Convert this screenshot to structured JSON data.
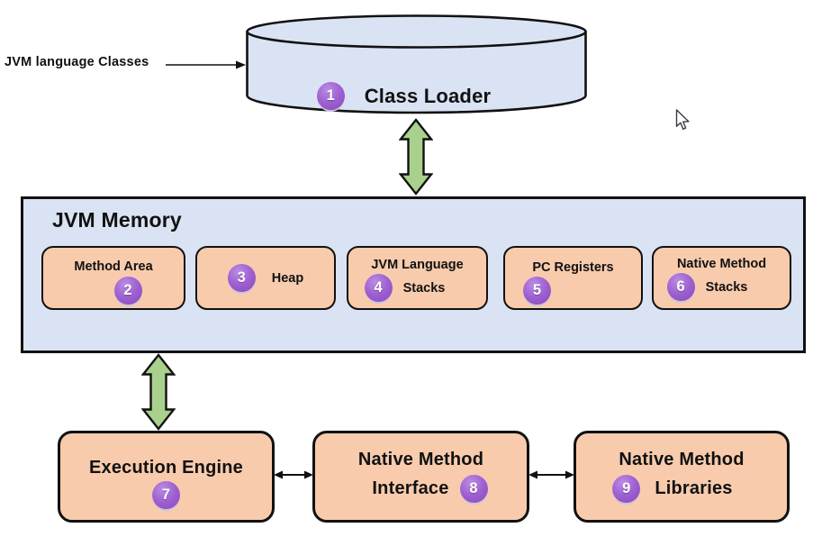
{
  "colors": {
    "lavender": "#dae3f3",
    "peach": "#f8cbad",
    "green": "#a9d18e",
    "purple": "#9e61d1",
    "purple_dark": "#8a47bd",
    "purple_light": "#bb8ce2",
    "stroke": "#111111"
  },
  "input": {
    "label": "JVM language Classes"
  },
  "class_loader": {
    "badge": "1",
    "label": "Class Loader"
  },
  "jvm_memory": {
    "title": "JVM Memory",
    "method_area": {
      "badge": "2",
      "label": "Method Area"
    },
    "heap": {
      "badge": "3",
      "label": "Heap"
    },
    "jvm_language_stacks": {
      "badge": "4",
      "line1": "JVM Language",
      "line2": "Stacks"
    },
    "pc_registers": {
      "badge": "5",
      "label": "PC Registers"
    },
    "native_method_stacks": {
      "badge": "6",
      "line1": "Native Method",
      "line2": "Stacks"
    }
  },
  "execution_engine": {
    "badge": "7",
    "label": "Execution Engine"
  },
  "native_method_interface": {
    "badge": "8",
    "line1": "Native Method",
    "line2": "Interface"
  },
  "native_method_libraries": {
    "badge": "9",
    "line1": "Native Method",
    "line2": "Libraries"
  }
}
